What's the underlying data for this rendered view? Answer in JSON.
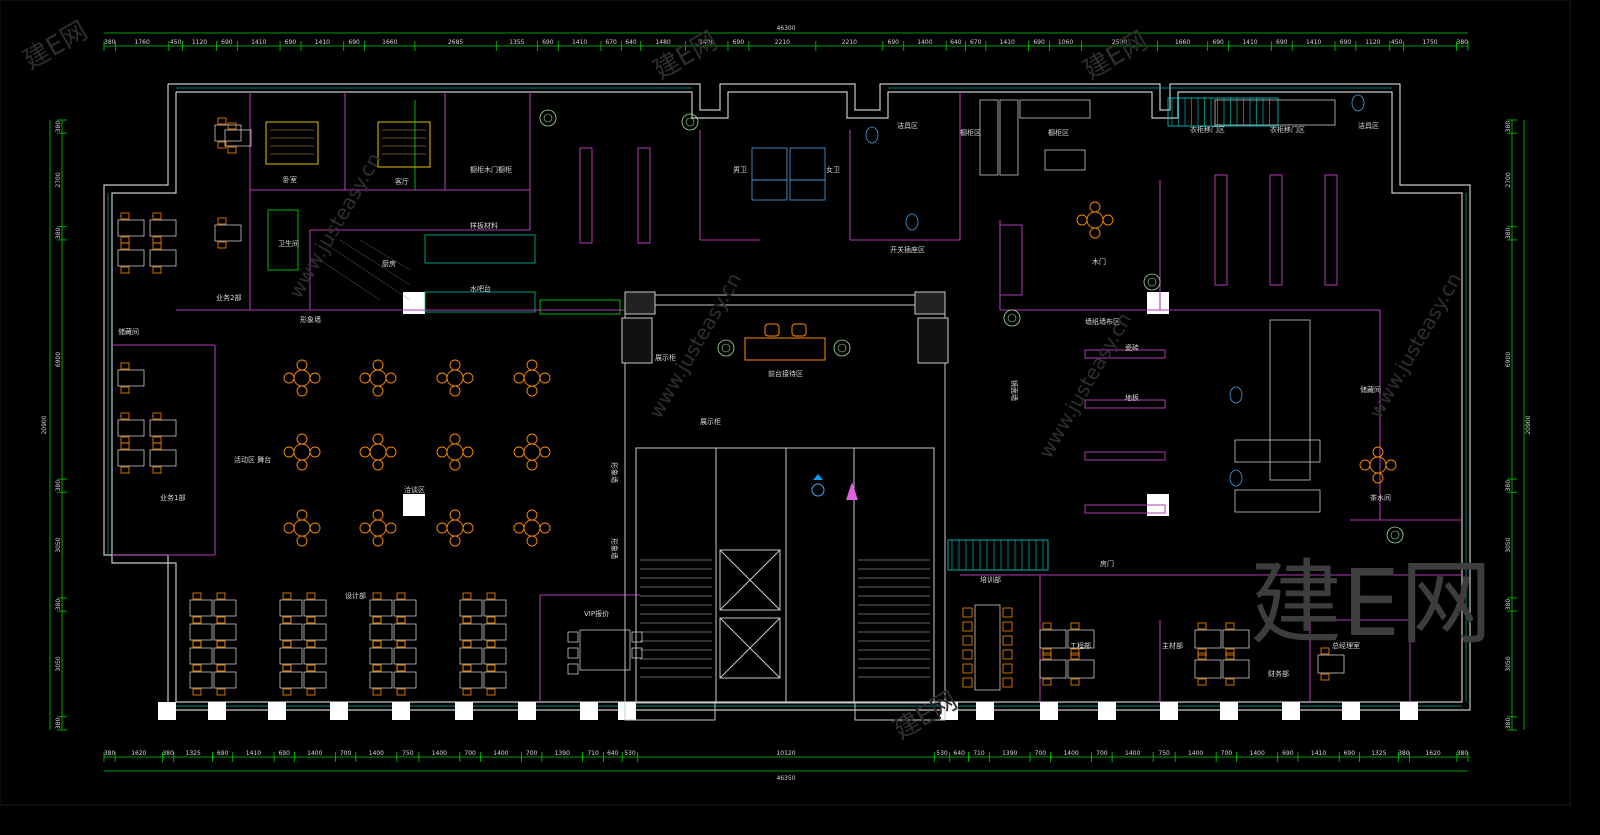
{
  "dimensions": {
    "overall_top": "46300",
    "overall_bottom": "46350",
    "left_height": "20900",
    "right_height": "20900",
    "top_segments": [
      "380",
      "1760",
      "450",
      "1120",
      "690",
      "1410",
      "690",
      "1410",
      "690",
      "1660",
      "2685",
      "1355",
      "690",
      "1410",
      "670",
      "640",
      "1480",
      "1400",
      "690",
      "2210",
      "2210",
      "690",
      "1400",
      "640",
      "670",
      "1410",
      "690",
      "1060",
      "2500",
      "1660",
      "690",
      "1410",
      "690",
      "1410",
      "690",
      "1120",
      "450",
      "1750",
      "380"
    ],
    "bottom_segments": [
      "380",
      "1620",
      "380",
      "1325",
      "690",
      "1410",
      "690",
      "1400",
      "700",
      "1400",
      "750",
      "1400",
      "700",
      "1400",
      "700",
      "1390",
      "710",
      "640",
      "530",
      "10120",
      "530",
      "640",
      "710",
      "1390",
      "700",
      "1400",
      "700",
      "1400",
      "750",
      "1400",
      "700",
      "1400",
      "690",
      "1410",
      "690",
      "1325",
      "380",
      "1620",
      "380"
    ],
    "left_segments": [
      "380",
      "2700",
      "380",
      "6900",
      "380",
      "3050",
      "380",
      "3050",
      "380"
    ],
    "right_segments": [
      "380",
      "2700",
      "380",
      "6900",
      "380",
      "3050",
      "380",
      "3050",
      "380"
    ]
  },
  "rooms": {
    "bedroom": "卧室",
    "living": "客厅",
    "whole_wood_customization": "橱柜木门橱柜",
    "bathroom": "卫生间",
    "kitchen": "厨房",
    "water_bar": "水吧台",
    "sample_materials": "样板材料",
    "business_dept_2": "业务2部",
    "storage_left": "储藏间",
    "image_wall": "形象墙",
    "activity_stage": "活动区\n舞台",
    "business_dept_1": "业务1部",
    "negotiation": "洽谈区",
    "design_dept": "设计部",
    "vip_room": "VIP报价",
    "display_cabinet": "展示柜",
    "reception": "前台接待区",
    "display_cabinet_2": "展示柜",
    "image_wall_2": "形象墙",
    "image_wall_3": "形象墙",
    "sink_male": "男卫",
    "sink_female": "女卫",
    "sanitary": "洁具区",
    "switch_panel": "开关插座区",
    "cabinet_area": "橱柜区",
    "cabinet_area_2": "橱柜区",
    "wood_door": "木门",
    "storage_right": "储藏间",
    "tea_room": "茶水间",
    "meeting": "培训部",
    "engineering": "工程部",
    "material_dept": "主材部",
    "finance": "财务部",
    "manager": "总经理室",
    "tile": "瓷砖",
    "floor": "地板",
    "wardrobe_door": "衣柜移门区",
    "wardrobe_door_2": "衣柜移门区",
    "wallpaper": "墙纸墙布区",
    "door_area": "房门",
    "sanitary_2": "洁具区",
    "mirror_wall": "镜面墙"
  },
  "watermarks": {
    "site": "www.justeasy.cn",
    "brand": "建E网",
    "big_brand": "建E网"
  },
  "colors": {
    "background": "#000000",
    "wall": "#c8c8c8",
    "partition": "#b03ab0",
    "furniture": "#ff8c00",
    "green_dim": "#00e000",
    "cyan": "#00d0d0",
    "glass": "#4a9fb0",
    "white": "#ffffff",
    "yellow": "#e0c000"
  }
}
